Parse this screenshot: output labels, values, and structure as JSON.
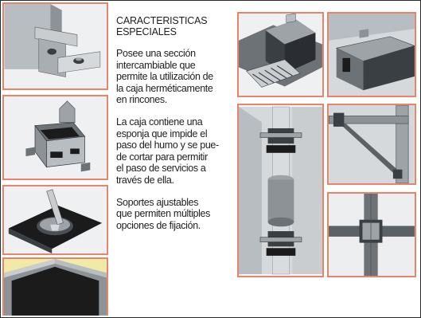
{
  "heading": {
    "line1": "CARACTERISTICAS",
    "line2": "ESPECIALES"
  },
  "paragraphs": [
    {
      "lines": [
        "Posee una sección",
        "intercambiable que",
        "permite la utilización de",
        "la caja herméticamente",
        "en rincones."
      ]
    },
    {
      "lines": [
        "La caja contiene una",
        "esponja que impide el",
        "paso del humo y se pue-",
        "de cortar para permitir",
        "el paso de servicios a",
        "través de  ella."
      ]
    },
    {
      "lines": [
        "Soportes ajustables",
        "que permiten múltiples",
        "opciones de fijación."
      ]
    }
  ],
  "colors": {
    "frame_border": "#e8846a",
    "metal_light": "#c9cdd0",
    "metal_mid": "#9ea3a7",
    "metal_dark": "#5c6166",
    "black_box": "#1b1b1b",
    "wall_yellow": "#f1eaa6"
  }
}
